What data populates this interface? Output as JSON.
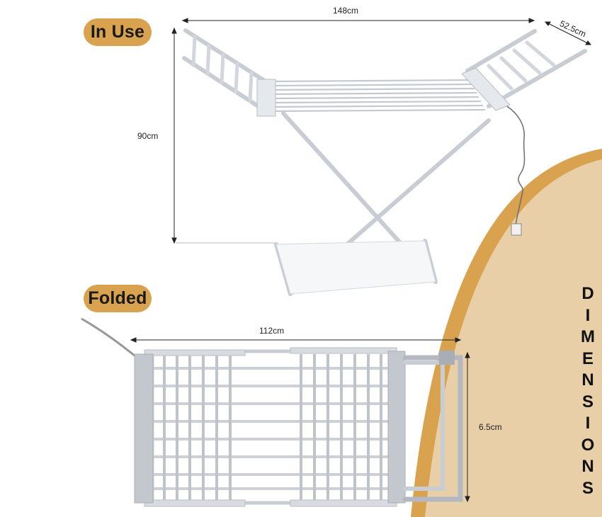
{
  "sections": {
    "in_use": "In Use",
    "folded": "Folded"
  },
  "dimensions": {
    "in_use_width": "148cm",
    "in_use_depth": "52.5cm",
    "in_use_height": "90cm",
    "folded_length": "112cm",
    "folded_thickness": "6.5cm"
  },
  "side_title": "DIMENSIONS",
  "colors": {
    "badge": "#d9a24e",
    "background_arc_outer": "#d9a24e",
    "background_arc_inner": "#e9cfa8",
    "rack_frame": "#c8cdd4",
    "rack_end_caps": "#b9bec6"
  }
}
